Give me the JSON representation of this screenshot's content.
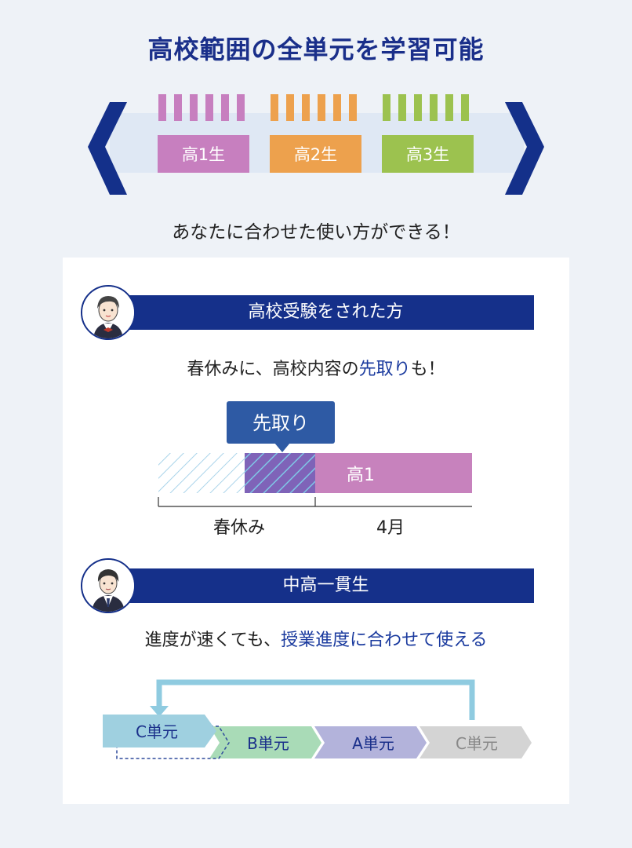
{
  "header": {
    "title": "高校範囲の全単元を学習可能",
    "grades": [
      {
        "label": "高1生",
        "color": "#c77fbf"
      },
      {
        "label": "高2生",
        "color": "#eda14d"
      },
      {
        "label": "高3生",
        "color": "#9cc24f"
      }
    ],
    "subtitle": "あなたに合わせた使い方ができる！"
  },
  "section1": {
    "heading": "高校受験をされた方",
    "lead_before": "春休みに、高校内容の",
    "lead_highlight": "先取り",
    "lead_after": "も！",
    "tooltip": "先取り",
    "bar_label": "高1",
    "label_left": "春休み",
    "label_right": "4月"
  },
  "section2": {
    "heading": "中高一貫生",
    "lead_before": "進度が速くても、",
    "lead_highlight": "授業進度に合わせて使える",
    "units": [
      "C単元",
      "B単元",
      "A単元",
      "C単元"
    ]
  },
  "colors": {
    "navy": "#15308a",
    "highlight": "#1a3a9e",
    "pink": "#c77fbf",
    "orange": "#eda14d",
    "green": "#9cc24f",
    "unit_c_active": "#9fd0e0",
    "unit_b": "#a9dbb7",
    "unit_a": "#b3b3db",
    "unit_c_gray": "#d4d4d4"
  }
}
